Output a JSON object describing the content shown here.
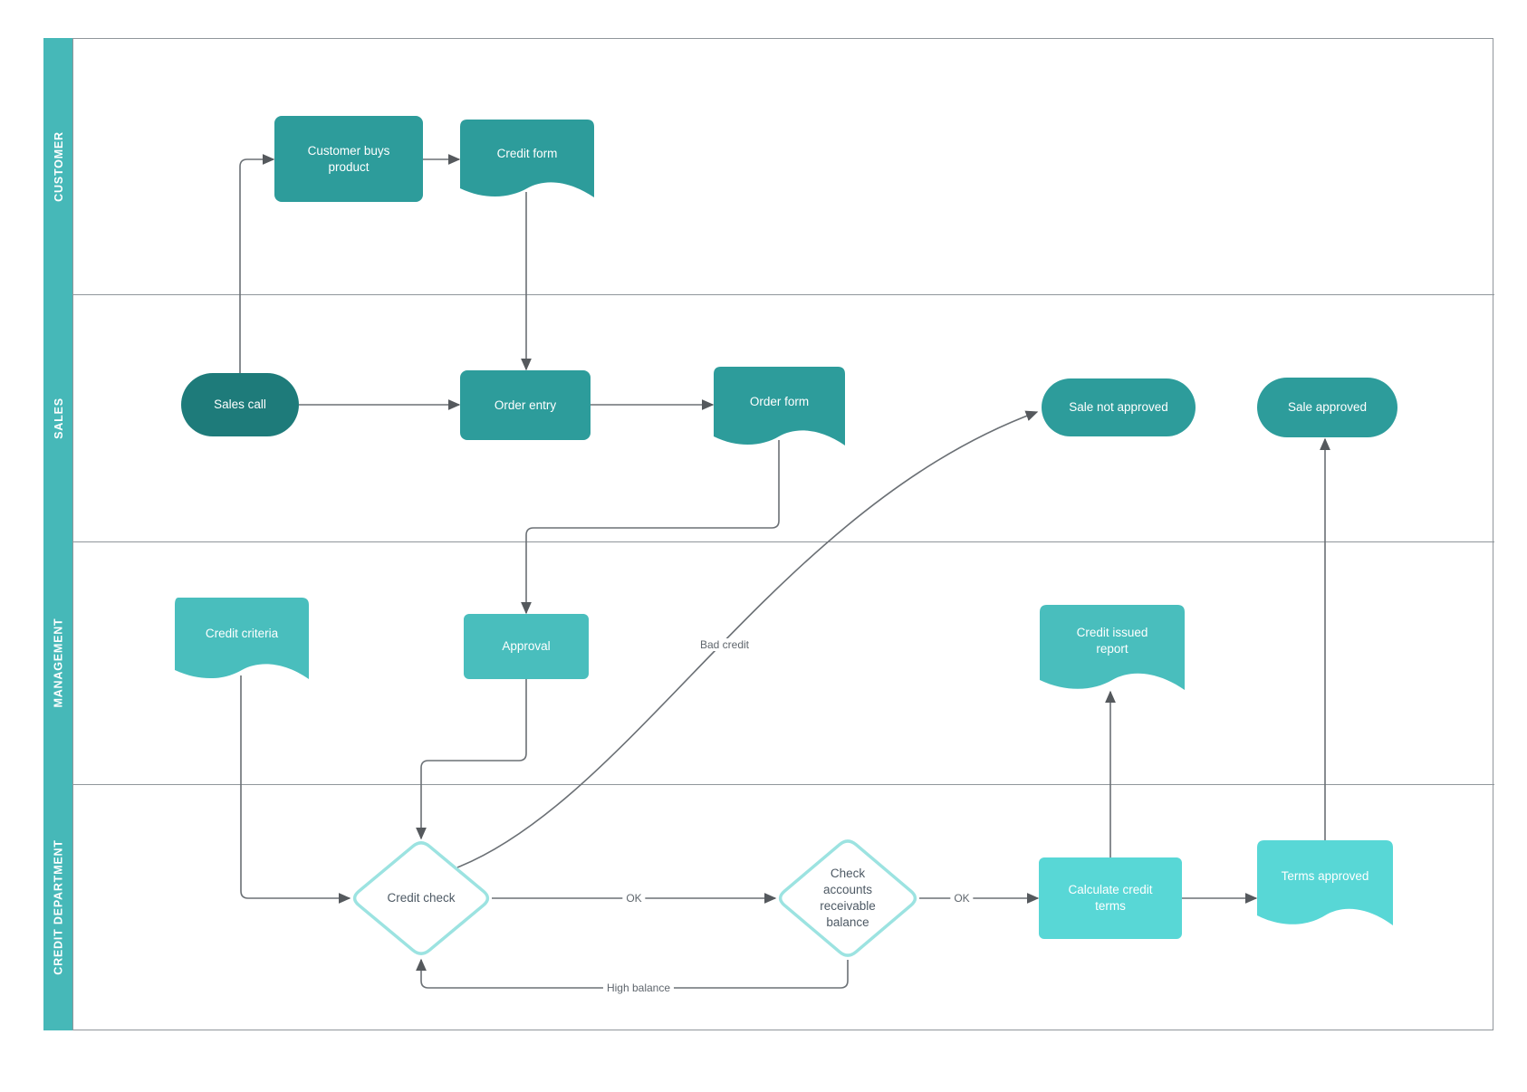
{
  "diagram": {
    "type": "swimlane-flowchart",
    "lanes": [
      {
        "label": "CUSTOMER"
      },
      {
        "label": "SALES"
      },
      {
        "label": "MANAGEMENT"
      },
      {
        "label": "CREDIT DEPARTMENT"
      }
    ]
  },
  "nodes": {
    "customer_buys_product": {
      "label": "Customer buys product",
      "shape": "process"
    },
    "credit_form": {
      "label": "Credit form",
      "shape": "document"
    },
    "sales_call": {
      "label": "Sales call",
      "shape": "terminator"
    },
    "order_entry": {
      "label": "Order entry",
      "shape": "process"
    },
    "order_form": {
      "label": "Order form",
      "shape": "document"
    },
    "sale_not_approved": {
      "label": "Sale not approved",
      "shape": "terminator"
    },
    "sale_approved": {
      "label": "Sale approved",
      "shape": "terminator"
    },
    "credit_criteria": {
      "label": "Credit criteria",
      "shape": "document"
    },
    "approval": {
      "label": "Approval",
      "shape": "process"
    },
    "credit_issued_report": {
      "label": "Credit issued report",
      "shape": "document"
    },
    "credit_check": {
      "label": "Credit check",
      "shape": "decision"
    },
    "check_accounts_receivable": {
      "label": "Check accounts receivable balance",
      "shape": "decision"
    },
    "calculate_credit_terms": {
      "label": "Calculate credit terms",
      "shape": "process"
    },
    "terms_approved": {
      "label": "Terms approved",
      "shape": "document"
    }
  },
  "edge_labels": {
    "ok_credit_check": "OK",
    "ok_accounts": "OK",
    "bad_credit": "Bad credit",
    "high_balance": "High balance"
  },
  "colors": {
    "lane_strip": "#46B8B8",
    "teal_dark": "#1E7B7A",
    "teal_medium": "#2D9C9B",
    "teal_light": "#49BEBD",
    "cyan_light": "#58D7D6",
    "diamond_border": "#9CE3E1",
    "connector": "#6B7075",
    "lane_border": "#90969B"
  }
}
